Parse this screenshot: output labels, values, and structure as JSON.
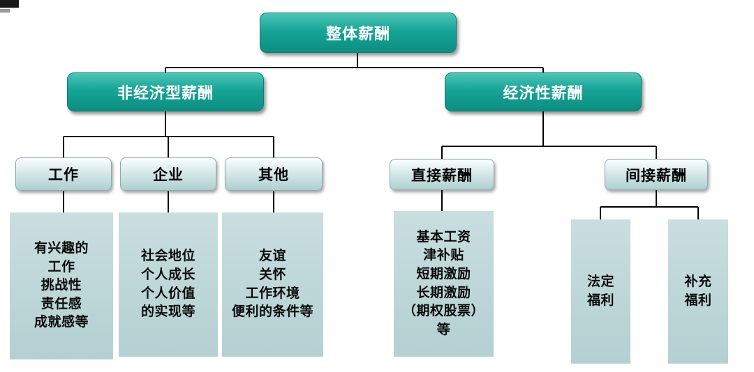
{
  "diagram": {
    "root": "整体薪酬",
    "non_economic": "非经济型薪酬",
    "economic": "经济性薪酬",
    "work": "工作",
    "enterprise": "企业",
    "other": "其他",
    "direct": "直接薪酬",
    "indirect": "间接薪酬",
    "work_items": "有兴趣的\n工作\n挑战性\n责任感\n成就感等",
    "enterprise_items": "社会地位\n个人成长\n个人价值\n的实现等",
    "other_items": "友谊\n关怀\n工作环境\n便利的条件等",
    "direct_items": "基本工资\n津补贴\n短期激励\n长期激励\n（期权股票）\n等",
    "legal_welfare": "法定\n福利",
    "supplementary_welfare": "补充\n福利"
  },
  "colors": {
    "node_teal": "#16a496",
    "node_light": "#b4d0d2",
    "connector": "#000000"
  }
}
